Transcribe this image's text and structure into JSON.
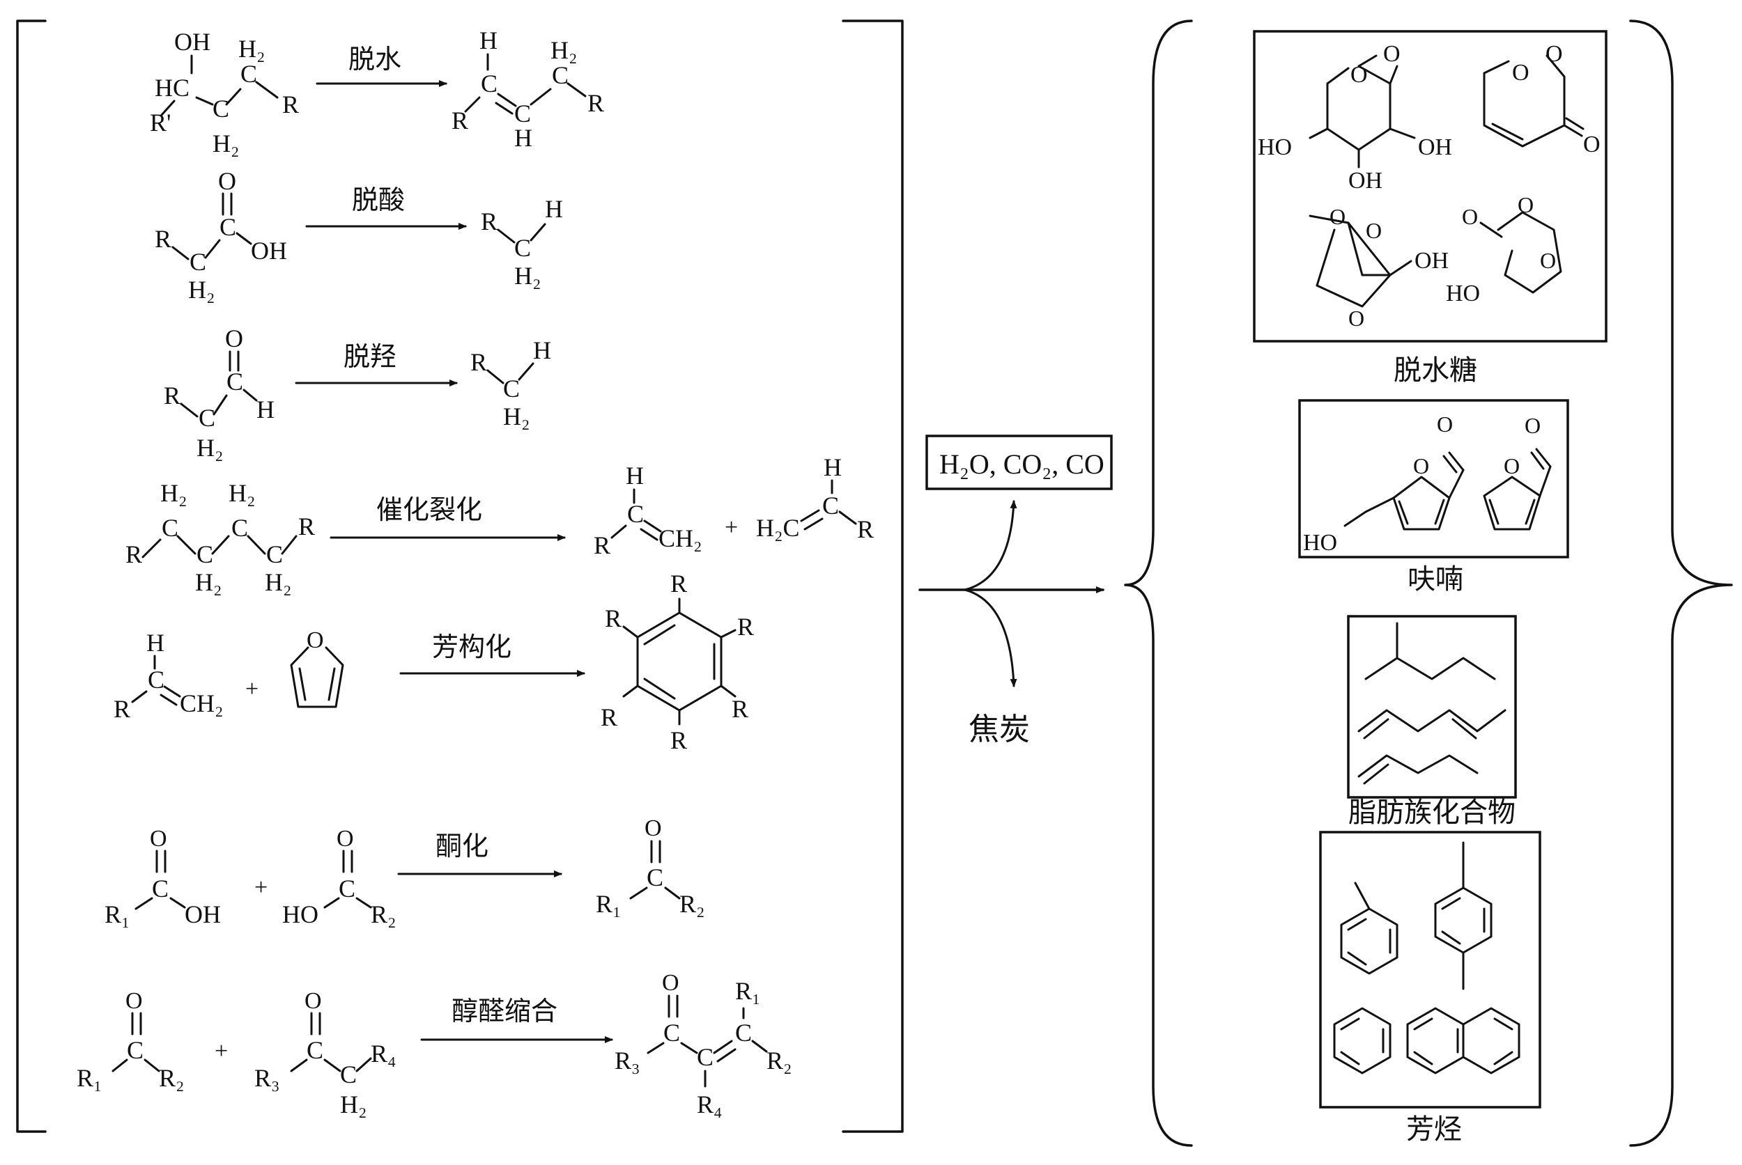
{
  "reactions": [
    {
      "label": "脱水"
    },
    {
      "label": "脱酸"
    },
    {
      "label": "脱羟"
    },
    {
      "label": "催化裂化"
    },
    {
      "label": "芳构化"
    },
    {
      "label": "酮化"
    },
    {
      "label": "醇醛缩合"
    }
  ],
  "side_products": {
    "gas_formula": "H₂O, CO₂, CO",
    "coke_label": "焦炭"
  },
  "product_groups": [
    {
      "label": "脱水糖"
    },
    {
      "label": "呋喃"
    },
    {
      "label": "脂肪族化合物"
    },
    {
      "label": "芳烃"
    }
  ],
  "atoms": {
    "OH": "OH",
    "HO": "HO",
    "O": "O",
    "H": "H",
    "C": "C",
    "R": "R",
    "R_prime": "R'",
    "H2": "H₂",
    "CH2": "CH₂",
    "H2C": "H₂C",
    "HC": "HC",
    "R1": "R₁",
    "R2": "R₂",
    "R3": "R₃",
    "R4": "R₄",
    "plus": "+"
  }
}
